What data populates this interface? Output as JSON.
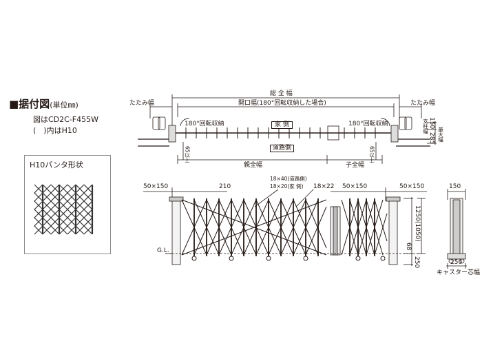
{
  "header": {
    "title": "■据付図",
    "unit": "(単位㎜)",
    "note_line1": "図はCD2C-F455W",
    "note_line2": "(　)内はH10"
  },
  "inset": {
    "title": "H10パンタ形状"
  },
  "plan_view": {
    "total_width": "総 全 幅",
    "opening_width": "開口幅(180°回転収納した場合)",
    "fold_width_left": "たたみ幅",
    "fold_width_right": "たたみ幅",
    "rotate_left": "180°回転収納",
    "rotate_right": "180°回転収納",
    "house_side": "家 側",
    "road_side": "道路側",
    "parent_total": "親全幅",
    "child_total": "子全幅",
    "min_left": "65以上",
    "min_right": "65以上",
    "post_width": "支柱幅",
    "post_width_value": "150",
    "max_width": "最大幅",
    "max_width_value": "285"
  },
  "elevation": {
    "dim_50x150_left": "50×150",
    "dim_210": "210",
    "dim_18x40": "18×40(道路側)",
    "dim_18x20": "18×20(家 側)",
    "dim_18x22": "18×22",
    "dim_50x150_mid": "50×150",
    "dim_50x150_right": "50×150",
    "gl": "G.L.",
    "dim_68": "68",
    "dim_250": "250",
    "height": "1250(1050)"
  },
  "side_view": {
    "dim_150": "150",
    "dim_250": "250",
    "caster_width": "キャスター芯幅"
  }
}
